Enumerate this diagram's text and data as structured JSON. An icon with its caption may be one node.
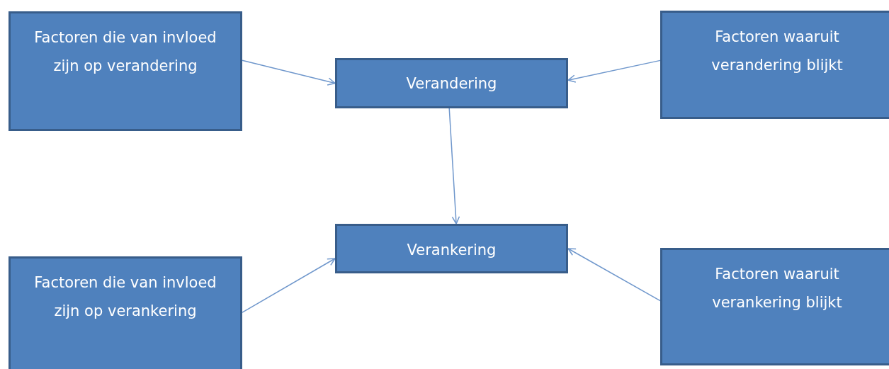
{
  "diagram": {
    "nodes": [
      {
        "text": [
          "Factoren die van invloed zijn op verandering"
        ]
      },
      {
        "text": [
          "Verandering"
        ]
      },
      {
        "text": [
          "Factoren waaruit verandering blijkt"
        ]
      },
      {
        "text": [
          "Verankering"
        ]
      },
      {
        "text": [
          "Factoren die van invloed zijn op verankering"
        ]
      },
      {
        "text": [
          "Factoren waaruit verankering blijkt"
        ]
      }
    ],
    "edges": [
      {
        "from": 0,
        "to": 1,
        "arrow": "to"
      },
      {
        "from": 2,
        "to": 1,
        "arrow": "to"
      },
      {
        "from": 1,
        "to": 3,
        "arrow": "to"
      },
      {
        "from": 4,
        "to": 3,
        "arrow": "to"
      },
      {
        "from": 5,
        "to": 3,
        "arrow": "to"
      }
    ]
  }
}
